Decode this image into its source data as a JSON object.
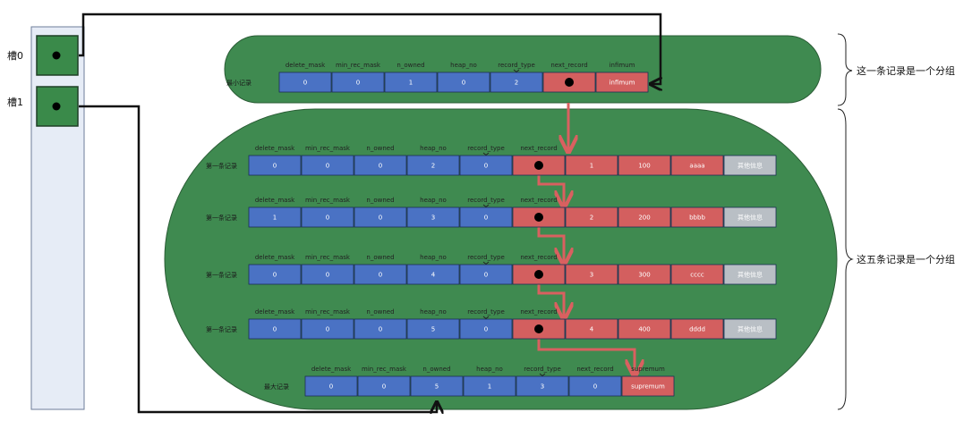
{
  "slots": [
    {
      "label": "槽0"
    },
    {
      "label": "槽1"
    }
  ],
  "infimum_group": {
    "brace_label": "这一条记录是一个分组",
    "row": {
      "label": "最小记录",
      "headers": [
        "delete_mask",
        "min_rec_mask",
        "n_owned",
        "heap_no",
        "record_type",
        "next_record",
        "infimum"
      ],
      "values": [
        "0",
        "0",
        "1",
        "0",
        "2",
        "",
        "infimum"
      ]
    }
  },
  "data_group": {
    "brace_label": "这五条记录是一个分组",
    "rows": [
      {
        "label": "第一条记录",
        "headers": [
          "delete_mask",
          "min_rec_mask",
          "n_owned",
          "heap_no",
          "record_type",
          "next_record"
        ],
        "values": [
          "0",
          "0",
          "0",
          "2",
          "0",
          "",
          "1",
          "100",
          "aaaa",
          "其他信息"
        ]
      },
      {
        "label": "第一条记录",
        "headers": [
          "delete_mask",
          "min_rec_mask",
          "n_owned",
          "heap_no",
          "record_type",
          "next_record"
        ],
        "values": [
          "1",
          "0",
          "0",
          "3",
          "0",
          "",
          "2",
          "200",
          "bbbb",
          "其他信息"
        ]
      },
      {
        "label": "第一条记录",
        "headers": [
          "delete_mask",
          "min_rec_mask",
          "n_owned",
          "heap_no",
          "record_type",
          "next_record"
        ],
        "values": [
          "0",
          "0",
          "0",
          "4",
          "0",
          "",
          "3",
          "300",
          "cccc",
          "其他信息"
        ]
      },
      {
        "label": "第一条记录",
        "headers": [
          "delete_mask",
          "min_rec_mask",
          "n_owned",
          "heap_no",
          "record_type",
          "next_record"
        ],
        "values": [
          "0",
          "0",
          "0",
          "5",
          "0",
          "",
          "4",
          "400",
          "dddd",
          "其他信息"
        ]
      }
    ],
    "supremum_row": {
      "label": "最大记录",
      "headers": [
        "delete_mask",
        "min_rec_mask",
        "n_owned",
        "heap_no",
        "record_type",
        "next_record",
        "supremum"
      ],
      "values": [
        "0",
        "0",
        "5",
        "1",
        "3",
        "0",
        "supremum"
      ]
    }
  },
  "colors": {
    "group_fill": "#3f8a50",
    "group_stroke": "#2a5c35",
    "blue_cell": "#4a72c4",
    "red_cell": "#d35f5f",
    "gray_cell": "#b9bfc5",
    "slot_box": "#3a8a4a",
    "slot_column": "#e6ecf6",
    "arrow_red": "#d96060",
    "arrow_black": "#111111"
  },
  "icons": {
    "pointer": "filled-dot-icon",
    "link_arrow": "arrow-icon",
    "group_brace": "right-brace-icon"
  }
}
